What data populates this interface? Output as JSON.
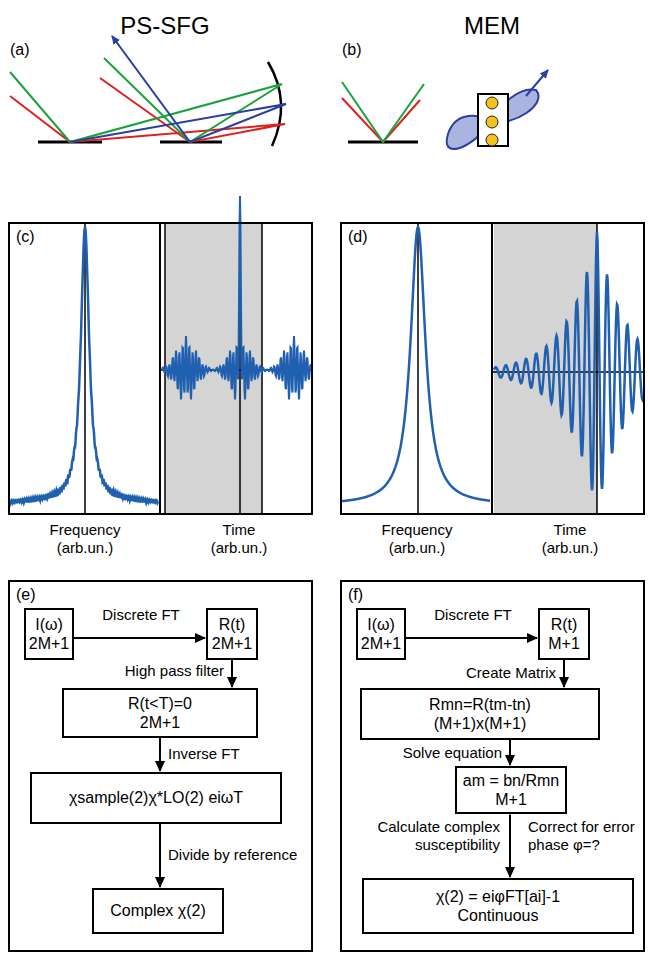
{
  "diagram": {
    "nodes": [
      {
        "text": [
          "(c)"
        ]
      },
      {
        "text": [
          "(d)"
        ]
      },
      {
        "text": [
          "(e)"
        ]
      },
      {
        "text": [
          "I(ω)",
          "2M+1"
        ],
        "in": 2
      },
      {
        "text": [
          "R(t)",
          "2M+1"
        ],
        "in": 2
      },
      {
        "text": [
          "R(t<T)=0",
          "2M+1"
        ],
        "in": 2
      },
      {
        "text": [
          "χsample(2)χ*LO(2) eiωT"
        ],
        "in": 2
      },
      {
        "text": [
          "Complex χ(2)"
        ],
        "in": 2
      },
      {
        "text": [
          "(f)"
        ]
      },
      {
        "text": [
          "I(ω)",
          "2M+1"
        ],
        "in": 8
      },
      {
        "text": [
          "R(t)",
          "M+1"
        ],
        "in": 8
      },
      {
        "text": [
          "Rmn=R(tm-tn)",
          "(M+1)x(M+1)"
        ],
        "in": 8
      },
      {
        "text": [
          "am = bn/Rmn",
          "M+1"
        ],
        "in": 8
      },
      {
        "text": [
          "χ(2) = eiφFT[ai]-1",
          "Continuous"
        ],
        "in": 8
      }
    ],
    "edges": [
      {
        "from": 3,
        "to": 4,
        "label": "Discrete FT",
        "arrow": "to"
      },
      {
        "from": 4,
        "to": 5,
        "label": "High pass filter",
        "arrow": "to"
      },
      {
        "from": 5,
        "to": 6,
        "label": "Inverse FT",
        "arrow": "to"
      },
      {
        "from": 6,
        "to": 7,
        "label": "Divide by reference",
        "arrow": "to"
      },
      {
        "from": 9,
        "to": 10,
        "label": "Discrete FT",
        "arrow": "to"
      },
      {
        "from": 10,
        "to": 11,
        "label": "Create Matrix",
        "arrow": "to"
      },
      {
        "from": 11,
        "to": 12,
        "label": "Solve equation",
        "arrow": "to"
      },
      {
        "from": 12,
        "to": 13,
        "label": "Calculate complex susceptibility",
        "arrow": "to"
      }
    ],
    "labels": [
      "PS-SFG",
      "MEM",
      "(a)",
      "(b)",
      "Frequency (arb.un.)",
      "Time (arb.un.)",
      "Frequency (arb.un.)",
      "Time (arb.un.)",
      "Correct for error phase φ=?"
    ]
  }
}
